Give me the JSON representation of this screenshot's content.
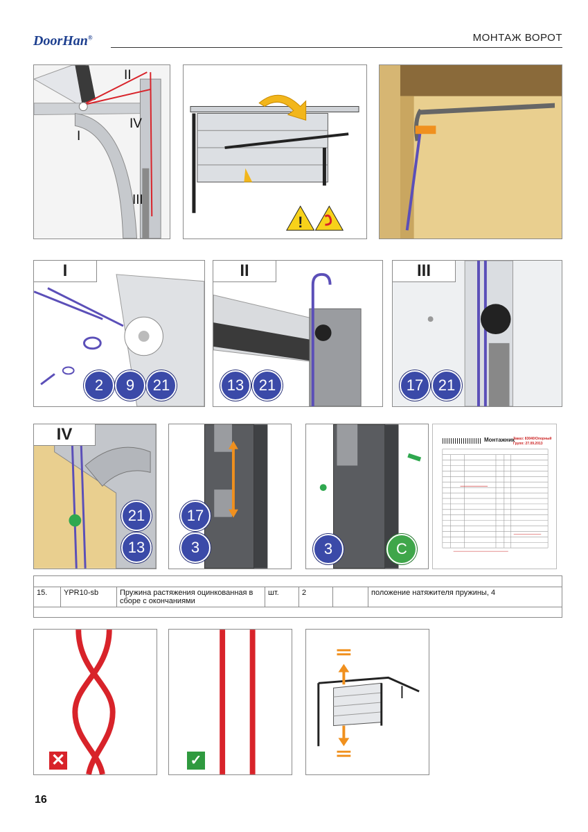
{
  "header": {
    "brand": "DoorHan",
    "brand_mark": "®",
    "title": "МОНТАЖ ВОРОТ"
  },
  "row1": {
    "callouts": [
      "I",
      "II",
      "III",
      "IV"
    ]
  },
  "detail_panels": {
    "p1": {
      "label": "I",
      "badges": [
        "2",
        "9",
        "21"
      ]
    },
    "p2": {
      "label": "II",
      "badges": [
        "13",
        "21"
      ]
    },
    "p3": {
      "label": "III",
      "badges": [
        "17",
        "21"
      ]
    },
    "p4": {
      "label": "IV",
      "badges": [
        "21",
        "13"
      ]
    },
    "p5": {
      "badges": [
        "17",
        "3"
      ]
    },
    "p6": {
      "badges": [
        "3",
        "C"
      ]
    }
  },
  "doc_thumbnail": {
    "title": "Монтажник",
    "order_line_1": "Заказ: 83040/Опорный",
    "order_line_2": "Групп: 27.09.2013"
  },
  "spec_row": {
    "num": "15.",
    "code": "YPR10-sb",
    "name": "Пружина растяжения оцинкованная в сборе с окончаниями",
    "unit": "шт.",
    "qty": "2",
    "note": "положение натяжителя пружины, 4"
  },
  "bottom_icons": {
    "wrong": "wrong-cross-icon",
    "right": "correct-check-icon"
  },
  "colors": {
    "badge_blue": "#3b4aa8",
    "badge_green": "#3fa64a",
    "cable_purple": "#5b4fb8",
    "cable_red": "#d8232a",
    "arrow_orange": "#f0901e",
    "brand_blue": "#1d3f8f"
  },
  "page_number": "16"
}
